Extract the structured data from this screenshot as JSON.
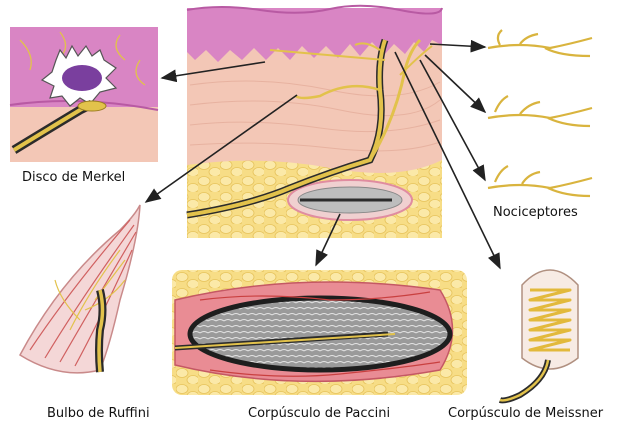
{
  "labels": {
    "merkel": "Disco de Merkel",
    "nociceptors": "Nociceptores",
    "ruffini": "Bulbo de Ruffini",
    "paccini": "Corpúsculo de Paccini",
    "meissner": "Corpúsculo de Meissner"
  },
  "colors": {
    "epidermis": "#d985c4",
    "dermis": "#f3c7b6",
    "fat": "#f7dd86",
    "nerve": "#e2c24b",
    "nerve_dark": "#2b2b2b",
    "capsule": "#c9c9c9",
    "arrow": "#222222"
  }
}
